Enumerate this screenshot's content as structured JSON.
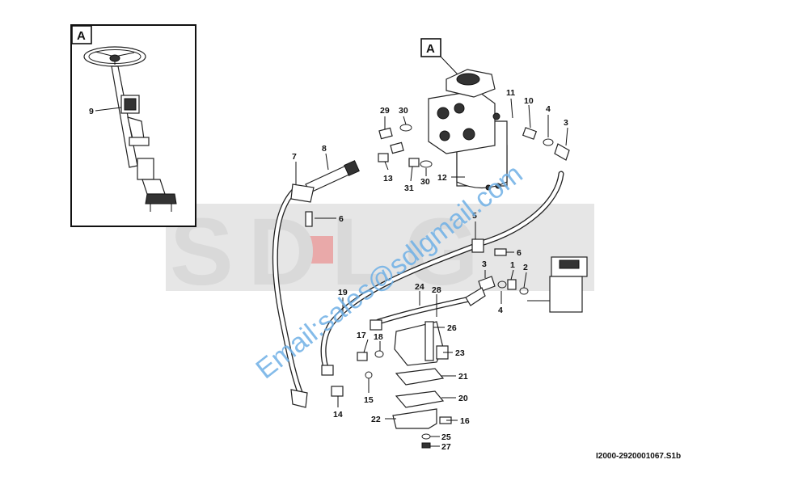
{
  "watermark": {
    "logo": "SDLG",
    "contact": "Email:sales@sdlgmail.com"
  },
  "inset": {
    "callout": "A"
  },
  "main_callout": "A",
  "reference_code": "I2000-2920001067.S1b",
  "parts": {
    "p1": "1",
    "p2": "2",
    "p3a": "3",
    "p3b": "3",
    "p4a": "4",
    "p4b": "4",
    "p5": "5",
    "p6a": "6",
    "p6b": "6",
    "p7": "7",
    "p8": "8",
    "p9": "9",
    "p10": "10",
    "p11": "11",
    "p12": "12",
    "p13": "13",
    "p14": "14",
    "p15": "15",
    "p16": "16",
    "p17": "17",
    "p18": "18",
    "p19": "19",
    "p20": "20",
    "p21": "21",
    "p22": "22",
    "p23": "23",
    "p24": "24",
    "p25": "25",
    "p26": "26",
    "p27": "27",
    "p28": "28",
    "p29": "29",
    "p30a": "30",
    "p30b": "30",
    "p31": "31"
  }
}
